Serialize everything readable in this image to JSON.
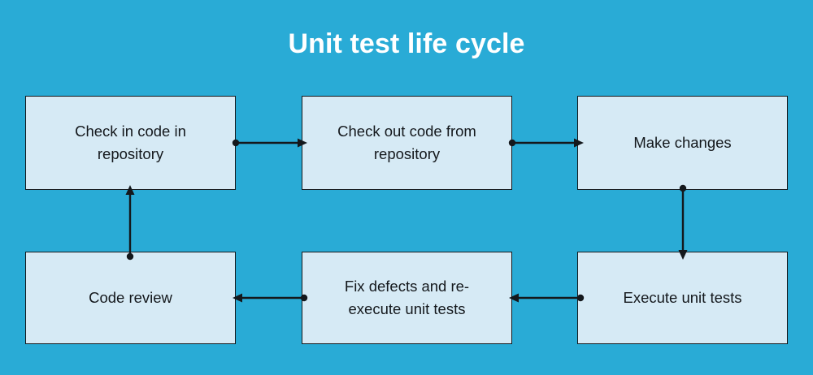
{
  "diagram": {
    "title": "Unit test life cycle",
    "type": "flowchart",
    "background_color": "#29abd6",
    "node_fill_color": "#d6eaf5",
    "node_border_color": "#14181c",
    "title_color": "#ffffff",
    "nodes": [
      {
        "id": "checkin",
        "label": "Check in code in\nrepository"
      },
      {
        "id": "checkout",
        "label": "Check out code from\nrepository"
      },
      {
        "id": "changes",
        "label": "Make changes"
      },
      {
        "id": "review",
        "label": "Code review"
      },
      {
        "id": "fix",
        "label": "Fix defects and re-\nexecute unit tests"
      },
      {
        "id": "execute",
        "label": "Execute unit tests"
      }
    ],
    "edges": [
      {
        "from": "checkin",
        "to": "checkout",
        "direction": "right"
      },
      {
        "from": "checkout",
        "to": "changes",
        "direction": "right"
      },
      {
        "from": "changes",
        "to": "execute",
        "direction": "down"
      },
      {
        "from": "execute",
        "to": "fix",
        "direction": "left"
      },
      {
        "from": "fix",
        "to": "review",
        "direction": "left"
      },
      {
        "from": "review",
        "to": "checkin",
        "direction": "up"
      }
    ]
  }
}
